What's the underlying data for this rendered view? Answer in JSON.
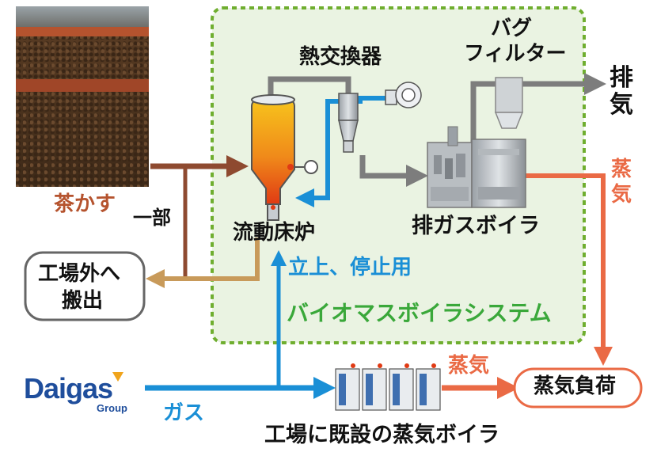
{
  "labels": {
    "tea_waste": "茶かす",
    "partial": "一部",
    "external": [
      "工場外へ",
      "搬出"
    ],
    "heat_exchanger": "熱交換器",
    "bag_filter": [
      "バグ",
      "フィルター"
    ],
    "exhaust": [
      "排",
      "気"
    ],
    "steam_right": [
      "蒸",
      "気"
    ],
    "furnace": "流動床炉",
    "exhaust_boiler": "排ガスボイラ",
    "startup": "立上、停止用",
    "system": "バイオマスボイラシステム",
    "steam_bottom": "蒸気",
    "steam_load": "蒸気負荷",
    "gas": "ガス",
    "existing_boiler": "工場に既設の蒸気ボイラ"
  },
  "logo": {
    "name": "Daigas",
    "sub": "Group"
  },
  "colors": {
    "tea_arrow": "#8e4a30",
    "external_arrow": "#c89a5a",
    "gas_arrow": "#1a8fd6",
    "steam_arrow": "#ea6a45",
    "flue_arrow": "#7d7d7d",
    "system_border": "#6fae2f",
    "system_fill": "#eaf3e2",
    "system_text": "#3aa83a",
    "startup_text": "#1a8fd6",
    "gas_text": "#1a8fd6",
    "tea_text": "#b5532e"
  },
  "icons": [
    "photo-tea-waste",
    "fluidized-bed-furnace",
    "cyclone",
    "blower-fan",
    "bag-filter",
    "exhaust-gas-boiler-equipment",
    "existing-steam-boilers",
    "daigas-logo"
  ]
}
